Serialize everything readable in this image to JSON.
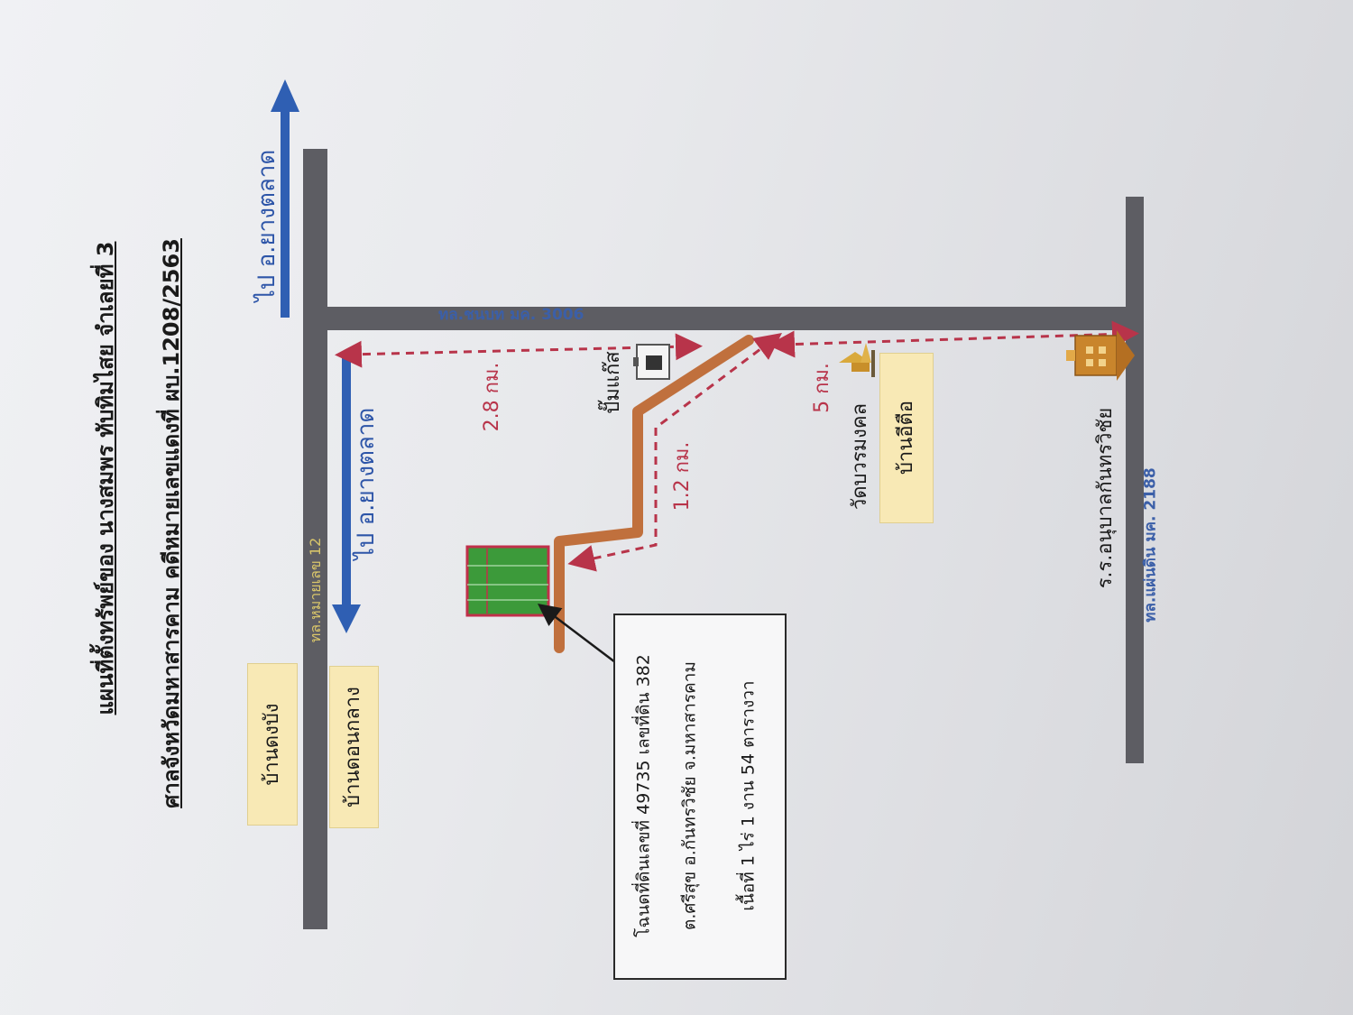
{
  "title": {
    "line1": "แผนที่ตั้งทรัพย์ของ นางสมพร ทับทิมไสย จำเลยที่ 3",
    "line2": "ศาลจังหวัดมหาสารคาม คดีหมายเลขแดงที่ ผบ.1208/2563"
  },
  "directions": {
    "top_arrow": "ไป อ.ยางตลาด",
    "bottom_arrow": "ไป อ.ยางตลาด"
  },
  "roads": {
    "highway_12": "ทล.หมายเลข 12",
    "rural_3006": "ทล.ชนบท มค. 3006",
    "rural_2188": "ทล.แผ่นดิน มค. 2188"
  },
  "villages": {
    "ban_dong_bang": "บ้านดงบัง",
    "ban_don_klang": "บ้านดอนกลาง",
    "ban_ue_tue": "บ้านอีตือ"
  },
  "landmarks": {
    "gas_station": "ปั๊มแก๊ส",
    "temple": "วัดบวรมงคล",
    "school": "ร.ร.อนุบาลกันทรวิชัย"
  },
  "distances": {
    "d1": "2.8 กม.",
    "d2": "1.2 กม.",
    "d3": "5 กม."
  },
  "property": {
    "line1": "โฉนดที่ดินเลขที่ 49735 เลขที่ดิน 382",
    "line2": "ต.ศรีสุข อ.กันทรวิชัย จ.มหาสารคาม",
    "line3": "เนื้อที่ 1 ไร่ 1 งาน 54 ตารางวา"
  },
  "colors": {
    "road_gray": "#5d5d63",
    "arrow_blue": "#2f5fb3",
    "dashed_red": "#b8344a",
    "lane_brown": "#c0703d",
    "plot_green": "#3c9a3a",
    "plot_border": "#c0304a"
  }
}
